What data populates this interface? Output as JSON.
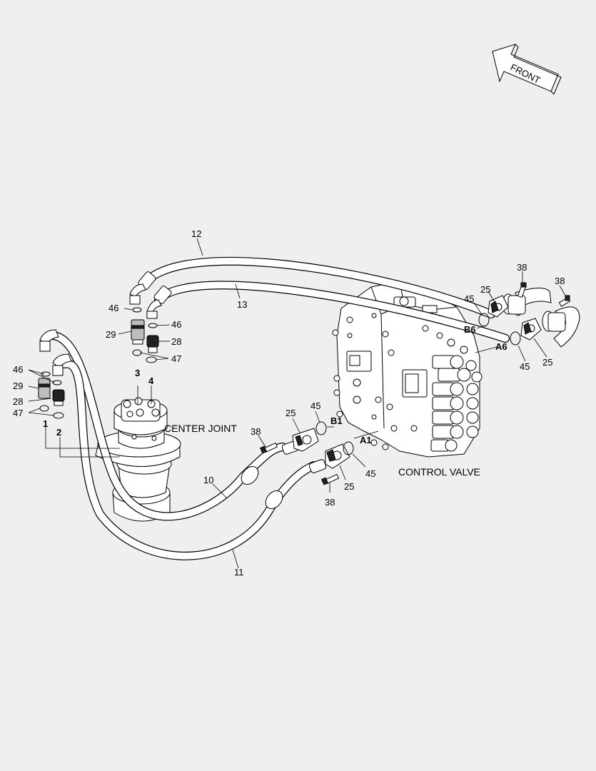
{
  "direction_arrow": {
    "label": "FRONT"
  },
  "assemblies": {
    "center_joint": "CENTER JOINT",
    "control_valve": "CONTROL VALVE"
  },
  "callouts": {
    "hose_12": "12",
    "hose_13": "13",
    "hose_10": "10",
    "hose_11": "11",
    "c46_top": "46",
    "c46_mid": "46",
    "c46_left": "46",
    "c29_top": "29",
    "c29_left": "29",
    "c28_top": "28",
    "c28_left": "28",
    "c47_top": "47",
    "c47_left": "47",
    "c38_center_upper": "38",
    "c38_center_lower": "38",
    "c38_right_a": "38",
    "c38_right_b": "38",
    "c25_center_upper": "25",
    "c25_center_lower": "25",
    "c25_right_upper": "25",
    "c25_right_lower": "25",
    "c45_center_upper": "45",
    "c45_center_lower": "45",
    "c45_right_upper": "45",
    "c45_right_lower": "45"
  },
  "ports": {
    "p1": "1",
    "p2": "2",
    "p3": "3",
    "p4": "4",
    "A1": "A1",
    "B1": "B1",
    "A6": "A6",
    "B6": "B6"
  }
}
